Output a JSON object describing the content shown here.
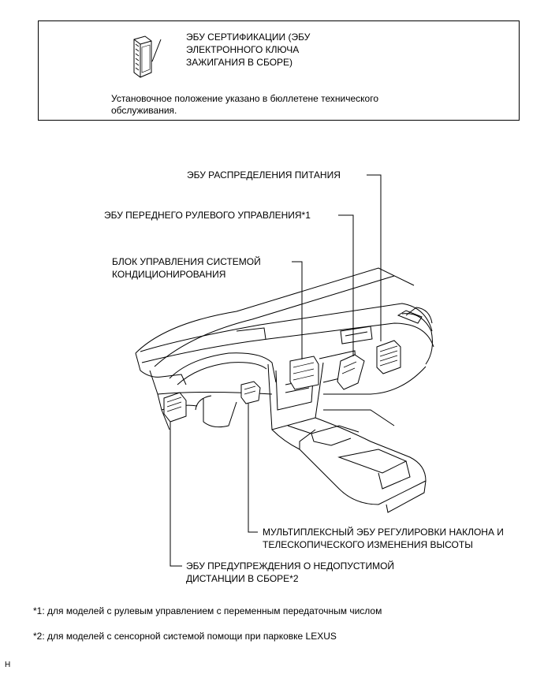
{
  "info_box": {
    "ecu_label_lines": [
      "ЭБУ СЕРТИФИКАЦИИ (ЭБУ",
      "ЭЛЕКТРОННОГО КЛЮЧА",
      "ЗАЖИГАНИЯ В СБОРЕ)"
    ],
    "note_lines": [
      "Установочное положение указано в бюллетене технического",
      "обслуживания."
    ]
  },
  "callouts": {
    "power_distribution": [
      "ЭБУ РАСПРЕДЕЛЕНИЯ ПИТАНИЯ"
    ],
    "front_steering": [
      "ЭБУ ПЕРЕДНЕГО РУЛЕВОГО УПРАВЛЕНИЯ*1"
    ],
    "ac_control": [
      "БЛОК УПРАВЛЕНИЯ СИСТЕМОЙ",
      "КОНДИЦИОНИРОВАНИЯ"
    ],
    "tilt_telescopic": [
      "МУЛЬТИПЛЕКСНЫЙ ЭБУ РЕГУЛИРОВКИ НАКЛОНА И",
      "ТЕЛЕСКОПИЧЕСКОГО ИЗМЕНЕНИЯ ВЫСОТЫ"
    ],
    "clearance_warning": [
      "ЭБУ ПРЕДУПРЕЖДЕНИЯ О НЕДОПУСТИМОЙ",
      "ДИСТАНЦИИ В СБОРЕ*2"
    ]
  },
  "footnotes": [
    "*1: для моделей с рулевым управлением с переменным передаточным числом",
    "*2: для моделей с сенсорной системой помощи при парковке LEXUS"
  ],
  "corner_mark": "H"
}
